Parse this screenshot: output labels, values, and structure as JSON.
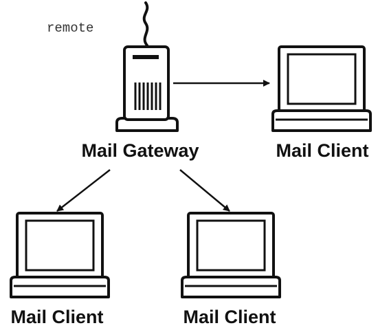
{
  "gateway": {
    "remote_label": "remote",
    "label": "Mail Gateway"
  },
  "clients": [
    {
      "label": "Mail Client"
    },
    {
      "label": "Mail Client"
    },
    {
      "label": "Mail Client"
    }
  ],
  "colors": {
    "stroke": "#111111",
    "fill": "#ffffff",
    "text": "#111111"
  }
}
